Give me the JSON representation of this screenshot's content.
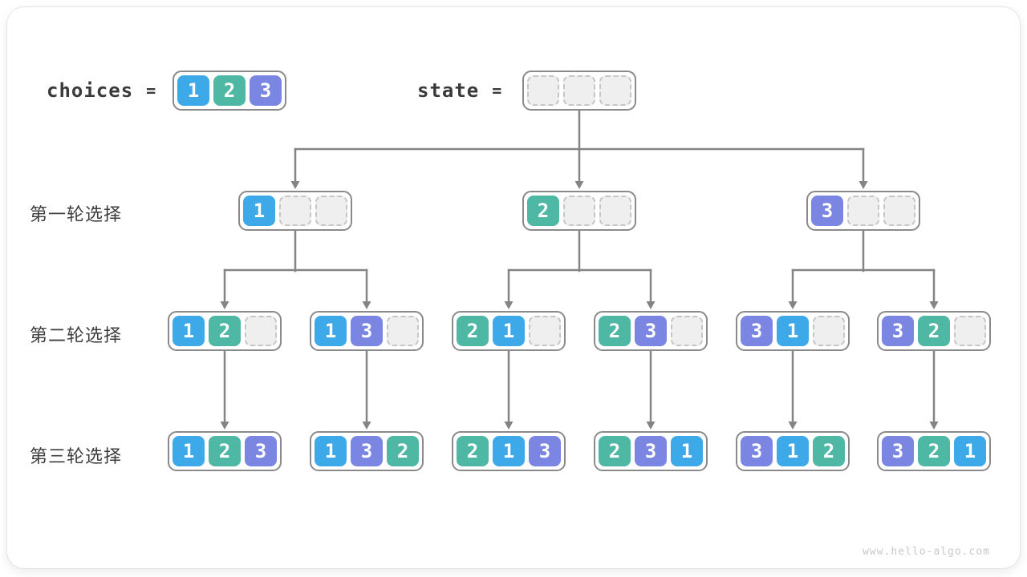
{
  "header": {
    "choices_label": "choices",
    "equals": "=",
    "state_label": "state",
    "choices_values": [
      1,
      2,
      3
    ]
  },
  "round_labels": [
    "第一轮选择",
    "第二轮选择",
    "第三轮选择"
  ],
  "watermark": "www.hello-algo.com",
  "colors": {
    "1": "#3da9e8",
    "2": "#4fb8a4",
    "3": "#7b85e2",
    "empty_fill": "#efefef",
    "empty_border": "#c6c6c6",
    "line": "#848484",
    "box_border": "#8a8a8a",
    "text": "#3d3d3d"
  },
  "tree": {
    "root": [
      null,
      null,
      null
    ],
    "level1": [
      [
        1,
        null,
        null
      ],
      [
        2,
        null,
        null
      ],
      [
        3,
        null,
        null
      ]
    ],
    "level2": [
      [
        1,
        2,
        null
      ],
      [
        1,
        3,
        null
      ],
      [
        2,
        1,
        null
      ],
      [
        2,
        3,
        null
      ],
      [
        3,
        1,
        null
      ],
      [
        3,
        2,
        null
      ]
    ],
    "level3": [
      [
        1,
        2,
        3
      ],
      [
        1,
        3,
        2
      ],
      [
        2,
        1,
        3
      ],
      [
        2,
        3,
        1
      ],
      [
        3,
        1,
        2
      ],
      [
        3,
        2,
        1
      ]
    ]
  }
}
